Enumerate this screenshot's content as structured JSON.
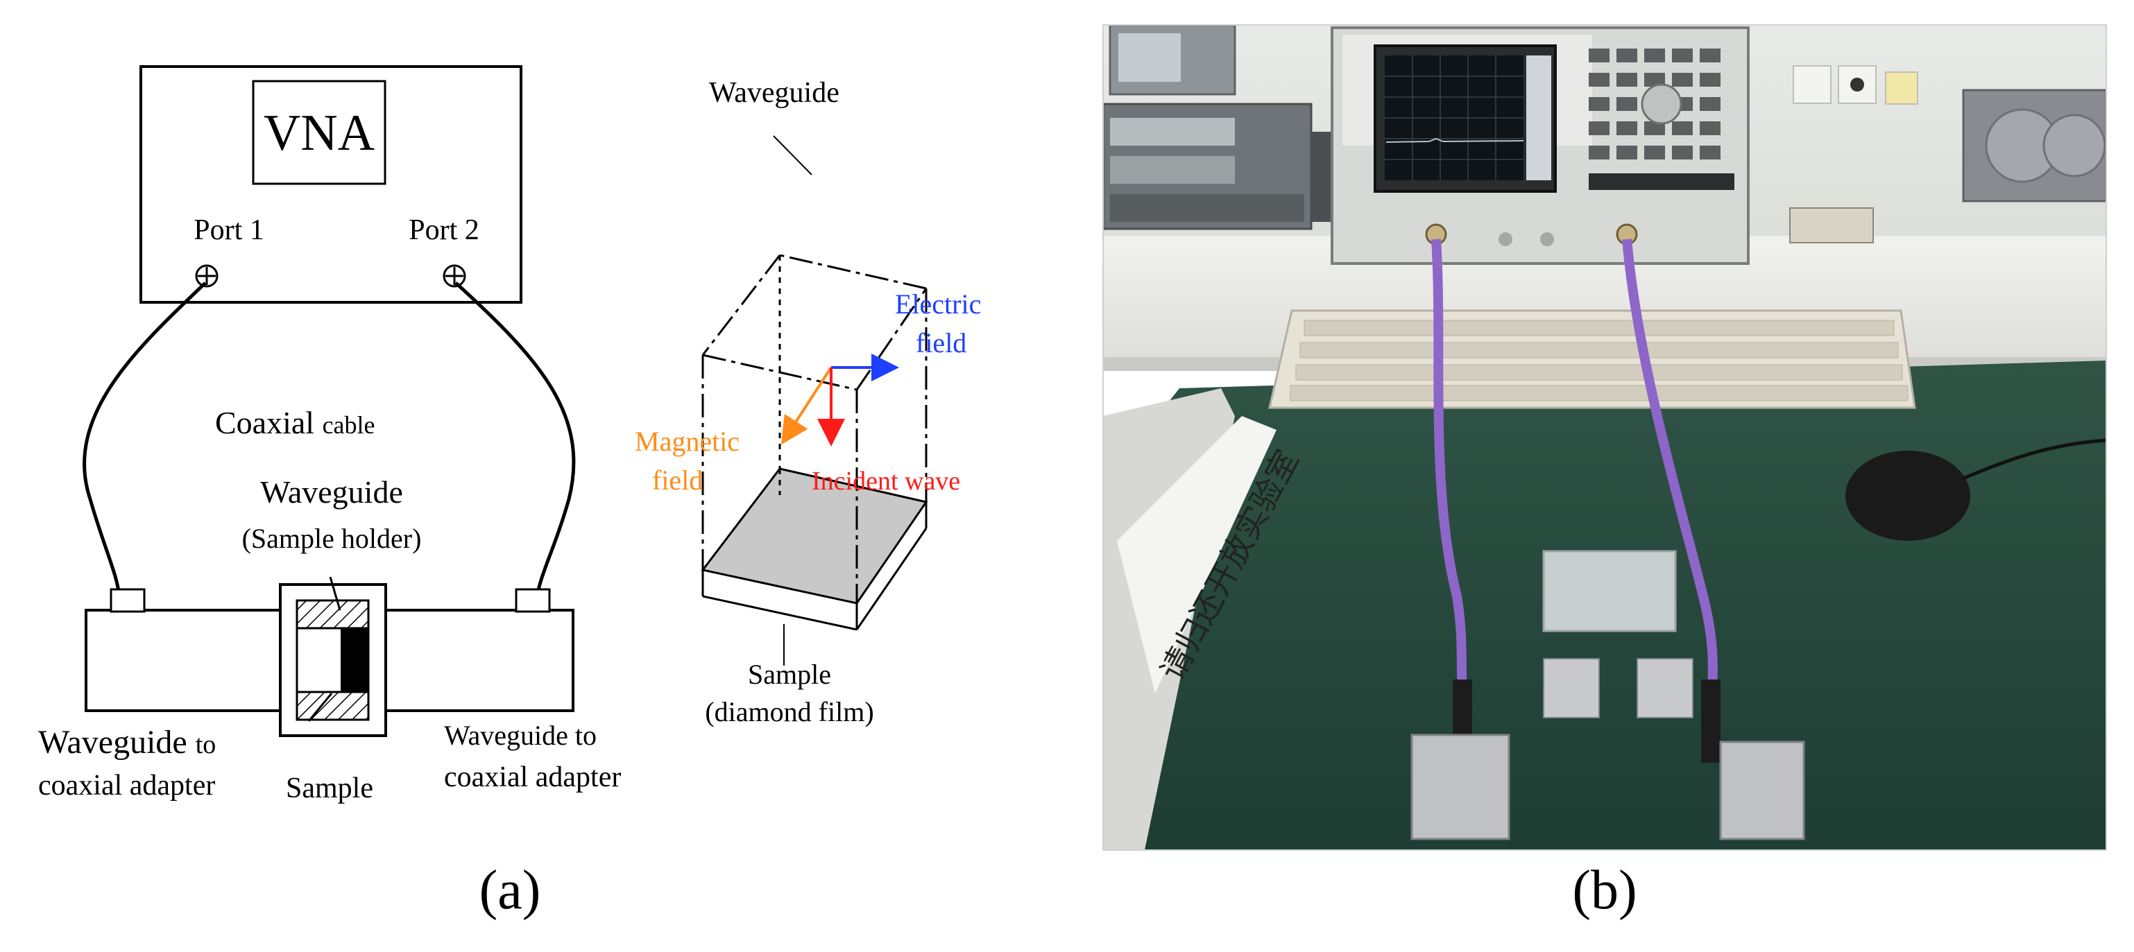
{
  "panel_a": {
    "vna_label": "VNA",
    "port1_label": "Port 1",
    "port2_label": "Port 2",
    "cable_label_main": "Coaxial",
    "cable_label_sub": "cable",
    "holder_label_1": "Waveguide",
    "holder_label_2": "(Sample holder)",
    "left_adapter_1_main": "Waveguide",
    "left_adapter_1_sub": "to",
    "left_adapter_2": "coaxial adapter",
    "sample_label": "Sample",
    "right_adapter_1": "Waveguide to",
    "right_adapter_2": "coaxial adapter",
    "box_title": "Waveguide",
    "electric_1": "Electric",
    "electric_2": "field",
    "magnetic_1": "Magnetic",
    "magnetic_2": "field",
    "incident": "Incident wave",
    "sample_box_1": "Sample",
    "sample_box_2": "(diamond film)",
    "caption": "(a)"
  },
  "panel_b": {
    "sign_text": "请归还开放实验室",
    "caption": "(b)"
  },
  "colors": {
    "electric": "#1f3fff",
    "magnetic": "#ff8c1a",
    "incident": "#ff1a1a",
    "sample_fill": "#c8c8c8",
    "cable": "#8e66c9",
    "bench": "#25473c"
  }
}
